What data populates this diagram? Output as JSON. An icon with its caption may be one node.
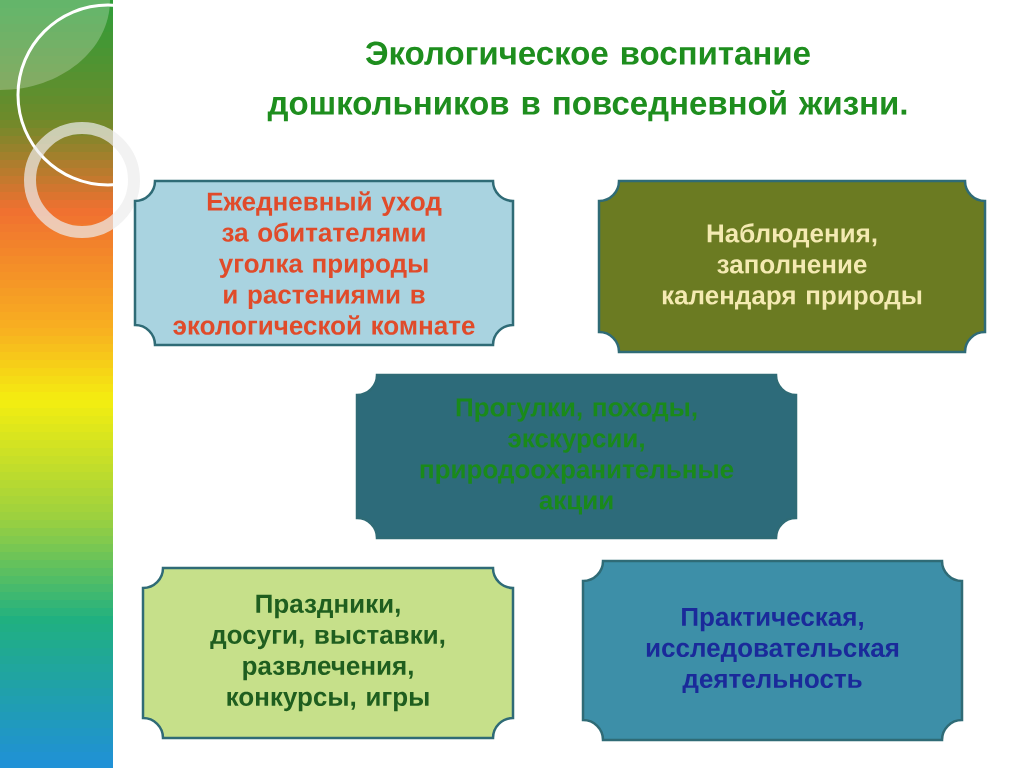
{
  "diagram": {
    "title": "Экологическое воспитание дошкольников в повседневной жизни.",
    "nodes": [
      {
        "text": [
          "Ежедневный уход за обитателями уголка природы и растениями в экологической комнате"
        ]
      },
      {
        "text": [
          "Наблюдения, заполнение календаря природы"
        ]
      },
      {
        "text": [
          "Прогулки, походы, экскурсии, природоохранительные акции"
        ]
      },
      {
        "text": [
          "Праздники, досуги, выставки, развлечения, конкурсы, игры"
        ]
      },
      {
        "text": [
          "Практическая, исследовательская деятельность"
        ]
      }
    ]
  }
}
